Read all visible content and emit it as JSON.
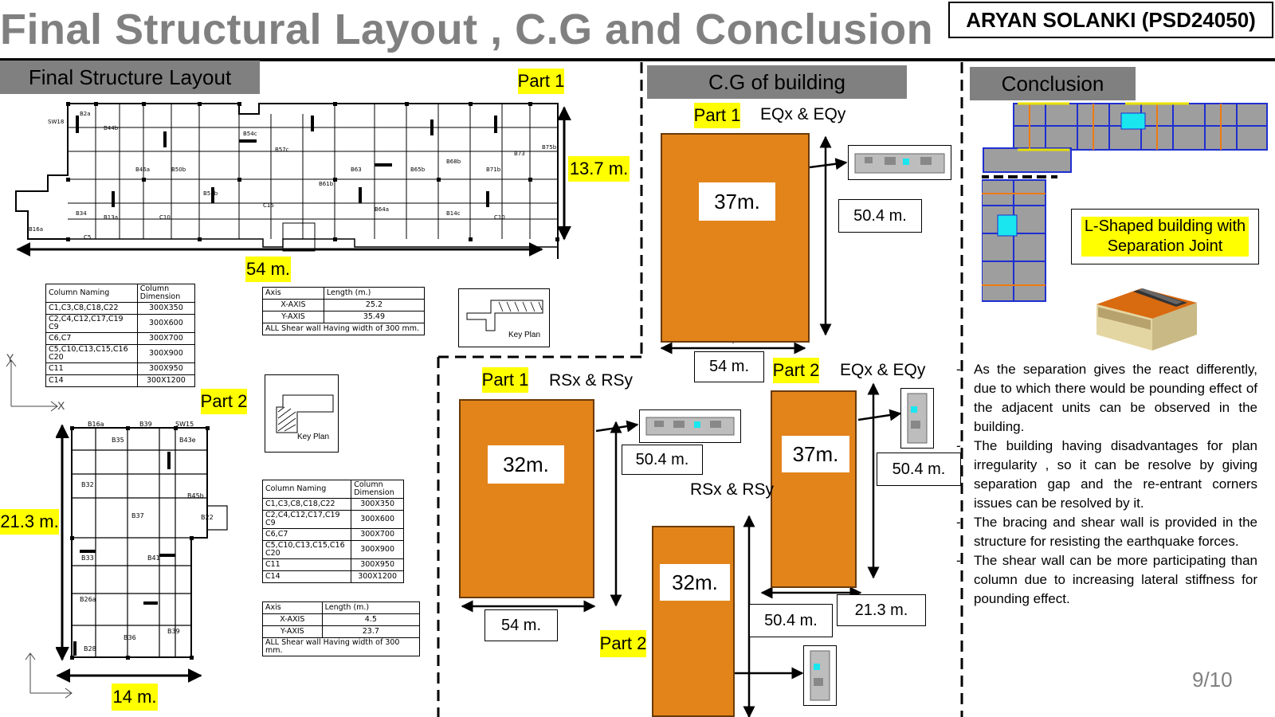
{
  "title": "Final Structural Layout , C.G and Conclusion",
  "author": "ARYAN SOLANKI (PSD24050)",
  "layout_section": {
    "header": "Final Structure Layout",
    "part1": {
      "label": "Part 1",
      "height_dim": "13.7 m.",
      "width_dim": "54 m.",
      "column_table": {
        "headers": [
          "Column Naming",
          "Column Dimension"
        ],
        "rows": [
          [
            "C1,C3,C8,C18,C22",
            "300X350"
          ],
          [
            "C2,C4,C12,C17,C19 C9",
            "300X600"
          ],
          [
            "C6,C7",
            "300X700"
          ],
          [
            "C5,C10,C13,C15,C16 C20",
            "300X900"
          ],
          [
            "C11",
            "300X950"
          ],
          [
            "C14",
            "300X1200"
          ]
        ]
      },
      "axis_table": {
        "headers": [
          "Axis",
          "Length (m.)"
        ],
        "rows": [
          [
            "X-AXIS",
            "25.2"
          ],
          [
            "Y-AXIS",
            "35.49"
          ]
        ],
        "footer": "ALL Shear wall Having width of 300 mm."
      },
      "key_plan": "Key Plan"
    },
    "part2": {
      "label": "Part 2",
      "height_dim": "21.3 m.",
      "width_dim": "14 m.",
      "column_table": {
        "headers": [
          "Column Naming",
          "Column Dimension"
        ],
        "rows": [
          [
            "C1,C3,C8,C18,C22",
            "300X350"
          ],
          [
            "C2,C4,C12,C17,C19 C9",
            "300X600"
          ],
          [
            "C6,C7",
            "300X700"
          ],
          [
            "C5,C10,C13,C15,C16 C20",
            "300X900"
          ],
          [
            "C11",
            "300X950"
          ],
          [
            "C14",
            "300X1200"
          ]
        ]
      },
      "axis_table": {
        "headers": [
          "Axis",
          "Length (m.)"
        ],
        "rows": [
          [
            "X-AXIS",
            "4.5"
          ],
          [
            "Y-AXIS",
            "23.7"
          ]
        ],
        "footer": "ALL Shear wall Having width of 300 mm."
      },
      "key_plan": "Key Plan"
    },
    "axis_x": "X",
    "axis_y": "Y"
  },
  "cg_section": {
    "header": "C.G of building",
    "p1_eq": {
      "part": "Part 1",
      "case": "EQx & EQy",
      "y": "37m.",
      "x": "50.4 m.",
      "w": "54 m."
    },
    "p1_rs": {
      "part": "Part 1",
      "case": "RSx & RSy",
      "y": "32m.",
      "x": "50.4 m.",
      "w": "54 m."
    },
    "p2_eq": {
      "part": "Part 2",
      "case": "EQx & EQy",
      "y": "37m.",
      "x": "50.4 m.",
      "w": "21.3 m."
    },
    "p2_rs": {
      "part": "Part 2",
      "case": "RSx & RSy",
      "y": "32m.",
      "x": "50.4 m."
    }
  },
  "conclusion_section": {
    "header": "Conclusion",
    "l_shape_label": "L-Shaped building with Separation Joint",
    "points": [
      "As the separation gives the react differently, due to which there would be pounding effect of the adjacent units can be observed in the building.",
      "The building having disadvantages for plan irregularity , so it can be resolve by giving separation gap and the re-entrant corners issues can be resolved by it.",
      "The bracing and shear wall is provided in the structure for resisting the earthquake forces.",
      "The shear wall can be more participating than column due to increasing lateral stiffness for pounding effect."
    ]
  },
  "page_number": "9/10",
  "colors": {
    "orange": "#e2841a",
    "highlight": "#ffff00",
    "header_gray": "#808080",
    "plan_blue": "#1f2fd0",
    "plan_cyan": "#19e6ee"
  }
}
